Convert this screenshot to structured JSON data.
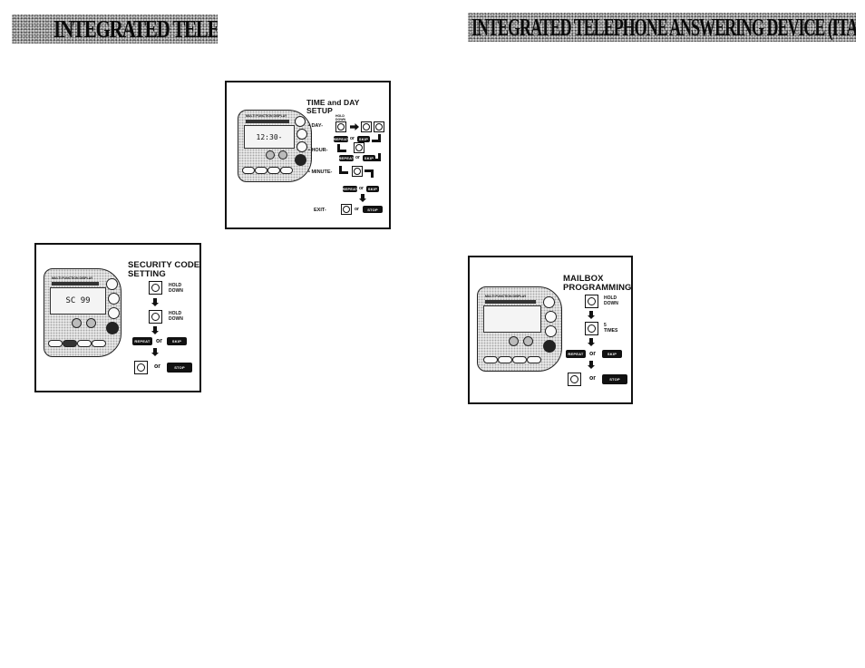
{
  "header_left": {
    "title": "INTEGRATED TELEPHONE ANS"
  },
  "header_right": {
    "title": "INTEGRATED TELEPHONE ANSWERING DEVICE (ITAD) OPERATION"
  },
  "time_day_panel": {
    "title_line1": "TIME and DAY",
    "title_line2": "SETUP",
    "step_day": "• DAY-",
    "step_hour": "• HOUR-",
    "step_minute": "• MINUTE-",
    "step_exit": "EXIT-",
    "hold_down": "HOLD DOWN",
    "or": "or",
    "lcd_text": "12:30-",
    "device_label": "MULTI FUNCTION DISPLAY",
    "repeat_label": "REPEAT",
    "skip_label": "SKIP",
    "stop_label": "STOP"
  },
  "security_panel": {
    "title_line1": "SECURITY CODE",
    "title_line2": "SETTING",
    "hold_down_1": "HOLD",
    "hold_down_2": "DOWN",
    "hold_down_3": "HOLD",
    "hold_down_4": "DOWN",
    "or_1": "or",
    "or_2": "or",
    "repeat_label": "REPEAT",
    "skip_label": "SKIP",
    "stop_label": "STOP",
    "lcd_text": "SC 99",
    "device_label": "MULTI FUNCTION DISPLAY"
  },
  "mailbox_panel": {
    "title_line1": "MAILBOX",
    "title_line2": "PROGRAMMING",
    "hold_down_1": "HOLD",
    "hold_down_2": "DOWN",
    "times_1": "5",
    "times_2": "TIMES",
    "or_1": "or",
    "or_2": "or",
    "repeat_label": "REPEAT",
    "skip_label": "SKIP",
    "stop_label": "STOP",
    "device_label": "MULTI FUNCTION DISPLAY"
  }
}
